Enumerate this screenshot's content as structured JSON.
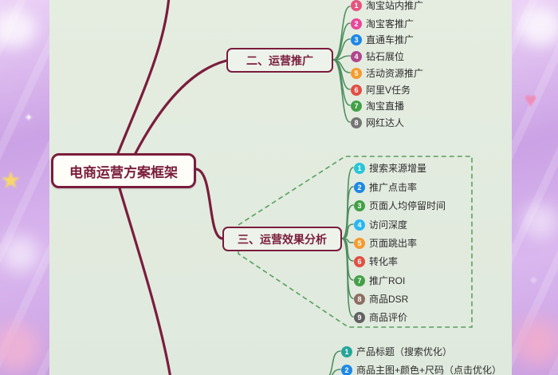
{
  "central": {
    "title": "电商运营方案框架"
  },
  "branches": {
    "promotion": {
      "label": "二、运营推广",
      "items": [
        {
          "num": "1",
          "label": "淘宝站内推广",
          "color": "#e75480"
        },
        {
          "num": "2",
          "label": "淘宝客推广",
          "color": "#e8489b"
        },
        {
          "num": "3",
          "label": "直通车推广",
          "color": "#1e88e5"
        },
        {
          "num": "4",
          "label": "钻石展位",
          "color": "#b0468e"
        },
        {
          "num": "5",
          "label": "活动资源推广",
          "color": "#f59b2d"
        },
        {
          "num": "6",
          "label": "阿里V任务",
          "color": "#e05044"
        },
        {
          "num": "7",
          "label": "淘宝直播",
          "color": "#43a047"
        },
        {
          "num": "8",
          "label": "网红达人",
          "color": "#757575"
        }
      ]
    },
    "analysis": {
      "label": "三、运营效果分析",
      "items": [
        {
          "num": "1",
          "label": "搜索来源增量",
          "color": "#26c6da"
        },
        {
          "num": "2",
          "label": "推广点击率",
          "color": "#1e88e5"
        },
        {
          "num": "3",
          "label": "页面人均停留时间",
          "color": "#43a047"
        },
        {
          "num": "4",
          "label": "访问深度",
          "color": "#29b6f6"
        },
        {
          "num": "5",
          "label": "页面跳出率",
          "color": "#f59b2d"
        },
        {
          "num": "6",
          "label": "转化率",
          "color": "#e05044"
        },
        {
          "num": "7",
          "label": "推广ROI",
          "color": "#43a047"
        },
        {
          "num": "8",
          "label": "商品DSR",
          "color": "#8d6e63"
        },
        {
          "num": "9",
          "label": "商品评价",
          "color": "#616161"
        }
      ]
    },
    "optimization": {
      "items": [
        {
          "num": "1",
          "label": "产品标题（搜索优化）",
          "color": "#26a69a"
        },
        {
          "num": "2",
          "label": "商品主图+颜色+尺码（点击优化）",
          "color": "#1e88e5"
        }
      ]
    }
  },
  "colors": {
    "accent": "#7a1d3d",
    "main_connector": "#7a1d3d",
    "child_connector": "#4e8f5f",
    "boundary": "#57a05f",
    "canvas_bg": "#e3ebdf",
    "frame_purple": "#cba2e5"
  },
  "decorations": {
    "star": "★",
    "heart": "♥",
    "sparkle_left": "✦",
    "sparkle_right": "✧"
  }
}
